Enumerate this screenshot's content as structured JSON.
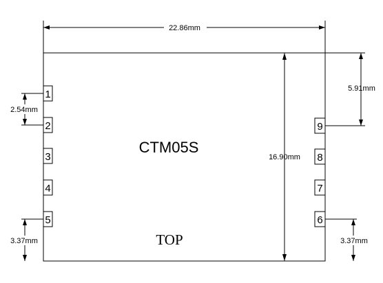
{
  "module": {
    "name": "CTM05S",
    "side_label": "TOP"
  },
  "dimensions": {
    "width": "22.86mm",
    "height": "16.90mm",
    "pin9_offset": "5.91mm",
    "pin_pitch": "2.54mm",
    "bottom_left": "3.37mm",
    "bottom_right": "3.37mm"
  },
  "pins_left": [
    "1",
    "2",
    "3",
    "4",
    "5"
  ],
  "pins_right": [
    "9",
    "8",
    "7",
    "6"
  ]
}
